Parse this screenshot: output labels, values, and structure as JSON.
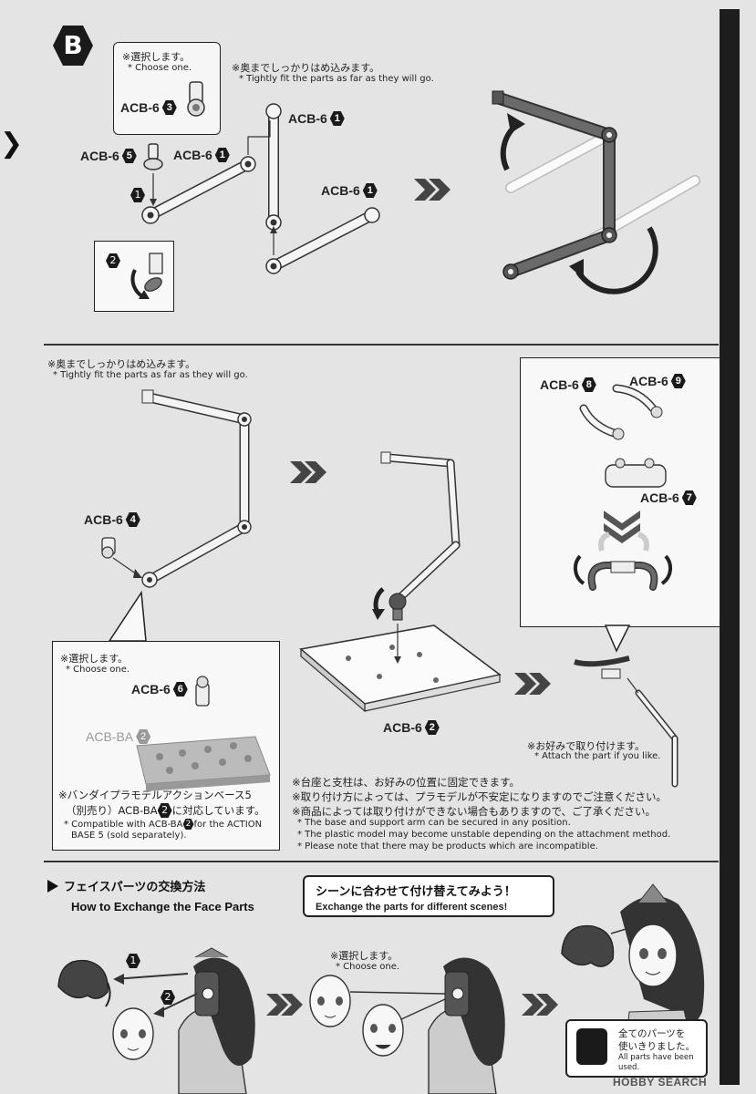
{
  "section_badge": "B",
  "sec1": {
    "choose_jp": "※選択します。",
    "choose_en": "* Choose one.",
    "tight_jp": "※奥までしっかりはめ込みます。",
    "tight_en": "* Tightly fit the parts as far as they will go.",
    "step1": "1",
    "step2": "2",
    "labels": [
      {
        "text": "ACB-6",
        "num": "3"
      },
      {
        "text": "ACB-6",
        "num": "5"
      },
      {
        "text": "ACB-6",
        "num": "1"
      },
      {
        "text": "ACB-6",
        "num": "1"
      },
      {
        "text": "ACB-6",
        "num": "1"
      }
    ]
  },
  "sec2": {
    "tight_jp": "※奥までしっかりはめ込みます。",
    "tight_en": "* Tightly fit the parts as far as they will go.",
    "label_4": {
      "text": "ACB-6",
      "num": "4"
    },
    "label_8": {
      "text": "ACB-6",
      "num": "8"
    },
    "label_9": {
      "text": "ACB-6",
      "num": "9"
    },
    "label_7": {
      "text": "ACB-6",
      "num": "7"
    },
    "label_2": {
      "text": "ACB-6",
      "num": "2"
    },
    "choose_jp": "※選択します。",
    "choose_en": "* Choose one.",
    "label_6": {
      "text": "ACB-6",
      "num": "6"
    },
    "acb_ba": "ACB-BA",
    "acb_ba_num": "2",
    "bandai_jp_1": "※バンダイプラモデルアクションベース5",
    "bandai_jp_2": "（別売り）ACB-BA",
    "bandai_jp_num": "2",
    "bandai_jp_3": "に対応しています。",
    "bandai_en_1": "* Compatible with ACB-BA",
    "bandai_en_num": "2",
    "bandai_en_2": " for the ACTION",
    "bandai_en_3": "BASE 5 (sold separately).",
    "attach_jp": "※お好みで取り付けます。",
    "attach_en": "* Attach the part if you like.",
    "notes_jp": [
      "※台座と支柱は、お好みの位置に固定できます。",
      "※取り付け方によっては、プラモデルが不安定になりますのでご注意ください。",
      "※商品によっては取り付けができない場合もありますので、ご了承ください。"
    ],
    "notes_en": [
      "* The base and support arm can be secured in any position.",
      "* The plastic model may become unstable depending on the attachment method.",
      "* Please note that there may be products which are incompatible."
    ]
  },
  "sec3": {
    "title_jp": "フェイスパーツの交換方法",
    "title_en": "How to Exchange the Face Parts",
    "scene_jp": "シーンに合わせて付け替えてみよう！",
    "scene_en": "Exchange the parts for different scenes!",
    "choose_jp": "※選択します。",
    "choose_en": "* Choose one.",
    "step1": "1",
    "step2": "2",
    "used_jp_1": "全てのパーツを",
    "used_jp_2": "使いきりました。",
    "used_en_1": "All parts have been",
    "used_en_2": "used."
  },
  "watermark": "HOBBY SEARCH",
  "colors": {
    "bg": "#e4e4e4",
    "ink": "#222222",
    "dark_part": "#555555",
    "light_part": "#f2f2f2"
  }
}
